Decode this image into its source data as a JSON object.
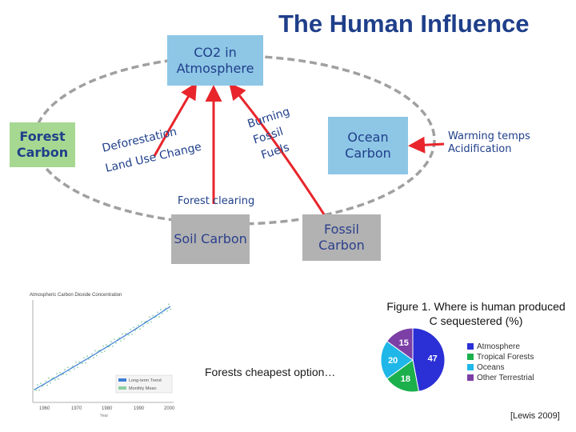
{
  "title": "The Human Influence",
  "boxes": {
    "co2": "CO2 in Atmosphere",
    "forest": "Forest Carbon",
    "ocean": "Ocean Carbon",
    "soil": "Soil Carbon",
    "fossil": "Fossil Carbon"
  },
  "labels": {
    "deforestation": "Deforestation",
    "land_use": "Land Use Change",
    "burning": "Burning",
    "fossil": "Fossil",
    "fuels": "Fuels",
    "forest_clearing": "Forest clearing",
    "warming_line1": "Warming temps",
    "warming_line2": "Acidification",
    "cheapest": "Forests cheapest option…",
    "citation": "[Lewis 2009]"
  },
  "colors": {
    "arrow": "#e8252b",
    "ellipse": "#a0a0a0",
    "box_blue": "#8ec6e6",
    "box_green": "#a6d892",
    "box_gray": "#b2b2b2",
    "text_blue": "#1f3f8a"
  },
  "small_chart": {
    "title": "Atmospheric Carbon Dioxide Concentration",
    "legend": [
      "Long-term Trend",
      "Monthly Mean"
    ],
    "x_ticks": [
      "1960",
      "1970",
      "1980",
      "1990",
      "2000"
    ],
    "x_label": "Year"
  },
  "chart_data": {
    "type": "pie",
    "title": "Figure 1. Where is human produced C sequestered (%)",
    "slices": [
      {
        "name": "Atmosphere",
        "value": 47,
        "color": "#2b2fd6"
      },
      {
        "name": "Tropical Forests",
        "value": 18,
        "color": "#1bb04c"
      },
      {
        "name": "Oceans",
        "value": 20,
        "color": "#1fb7e8"
      },
      {
        "name": "Other Terrestrial",
        "value": 15,
        "color": "#7b3fa6"
      }
    ]
  }
}
